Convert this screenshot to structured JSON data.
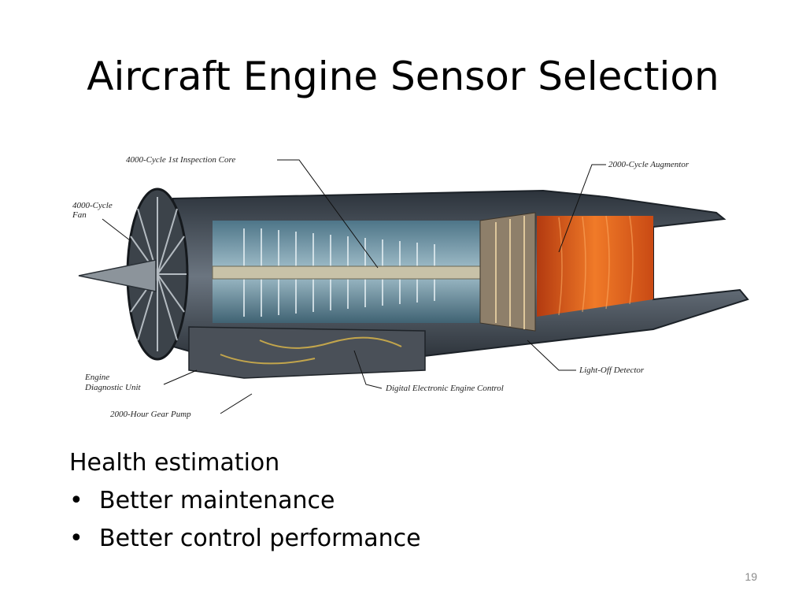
{
  "slide": {
    "title": "Aircraft Engine Sensor Selection",
    "figure": {
      "labels": {
        "inspection_core": "4000-Cycle 1st Inspection Core",
        "augmentor": "2000-Cycle Augmentor",
        "fan_line1": "4000-Cycle",
        "fan_line2": "Fan",
        "diag_line1": "Engine",
        "diag_line2": "Diagnostic Unit",
        "gear_pump": "2000-Hour Gear Pump",
        "deec": "Digital Electronic Engine Control",
        "light_off": "Light-Off Detector"
      }
    },
    "body": {
      "heading": "Health estimation",
      "bullets": [
        "Better maintenance",
        "Better control performance"
      ]
    },
    "page_number": "19",
    "colors": {
      "flame": "#e8641c",
      "casing": "#5a6470",
      "compressor": "#7fa6b8"
    }
  }
}
